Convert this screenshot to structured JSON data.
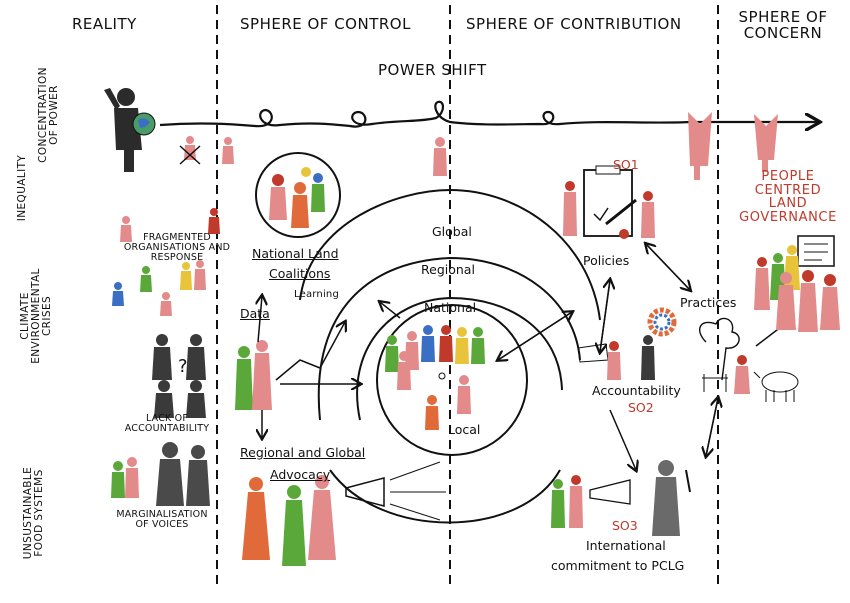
{
  "columns": {
    "reality": "REALITY",
    "sphere_of_control": "SPHERE OF CONTROL",
    "sphere_of_contribution": "SPHERE OF CONTRIBUTION",
    "sphere_of_concern_line1": "SPHERE OF",
    "sphere_of_concern_line2": "CONCERN"
  },
  "rows": {
    "concentration_line1": "CONCENTRATION",
    "concentration_line2": "OF POWER",
    "inequality": "INEQUALITY",
    "climate_line1": "CLIMATE",
    "climate_line2": "ENVIRONMENTAL",
    "climate_line3": "CRISES",
    "food_line1": "UNSUSTAINABLE",
    "food_line2": "FOOD SYSTEMS"
  },
  "power_shift": "POWER SHIFT",
  "reality_labels": {
    "fragmented_line1": "FRAGMENTED",
    "fragmented_line2": "ORGANISATIONS AND",
    "fragmented_line3": "RESPONSE",
    "accountability_line1": "LACK OF",
    "accountability_line2": "ACCOUNTABILITY",
    "marginalisation_line1": "MARGINALISATION",
    "marginalisation_line2": "OF VOICES"
  },
  "control_labels": {
    "national_land_line1": "National Land",
    "national_land_line2": "Coalitions",
    "learning": "Learning",
    "data": "Data",
    "advocacy_line1": "Regional and Global",
    "advocacy_line2": "Advocacy"
  },
  "circle_labels": {
    "global": "Global",
    "regional": "Regional",
    "national": "National",
    "local": "Local"
  },
  "contribution_labels": {
    "so1": "SO1",
    "policies": "Policies",
    "practices": "Practices",
    "accountability": "Accountability",
    "so2": "SO2",
    "so3": "SO3",
    "international_line1": "International",
    "international_line2": "commitment to PCLG"
  },
  "concern_labels": {
    "line1": "PEOPLE",
    "line2": "CENTRED",
    "line3": "LAND",
    "line4": "GOVERNANCE"
  },
  "colors": {
    "ink": "#111111",
    "pink": "#e38b8b",
    "red": "#c0392b",
    "green": "#5aa83a",
    "yellow": "#e8c43a",
    "blue": "#3b6fc4",
    "dark": "#2b2b2b"
  }
}
